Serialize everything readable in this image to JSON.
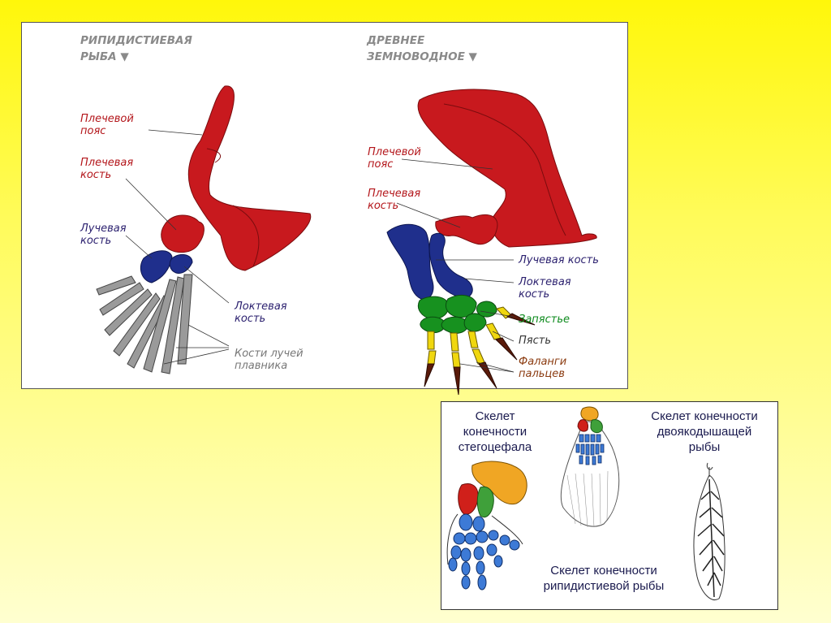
{
  "main_panel": {
    "fish_title": "РИПИДИСТИЕВАЯ\nРЫБА ▼",
    "amphibian_title": "ДРЕВНЕЕ\nЗЕМНОВОДНОЕ ▼",
    "fish_labels": {
      "shoulder_girdle": "Плечевой\nпояс",
      "humerus": "Плечевая\nкость",
      "radius": "Лучевая\nкость",
      "ulna": "Локтевая\nкость",
      "fin_rays": "Кости лучей\nплавника"
    },
    "amphibian_labels": {
      "shoulder_girdle": "Плечевой\nпояс",
      "humerus": "Плечевая\nкость",
      "radius": "Лучевая кость",
      "ulna": "Локтевая\nкость",
      "wrist": "Запястье",
      "metacarpus": "Пясть",
      "phalanges": "Фаланги\nпальцев"
    }
  },
  "small_panel": {
    "stegocephalus": "Скелет\nконечности\nстегоцефала",
    "lungfish": "Скелет конечности\nдвоякодышащей\nрыбы",
    "rhipidistian": "Скелет конечности\nрипидистиевой рыбы"
  },
  "colors": {
    "bone_red": "#c8191e",
    "bone_blue": "#1f2f8c",
    "bone_gray": "#9a9a9a",
    "bone_green": "#17911f",
    "bone_yellow": "#f0d70f",
    "bone_brown": "#5a1a0a",
    "small_blue": "#3d7ad6",
    "small_orange": "#f0a624"
  }
}
